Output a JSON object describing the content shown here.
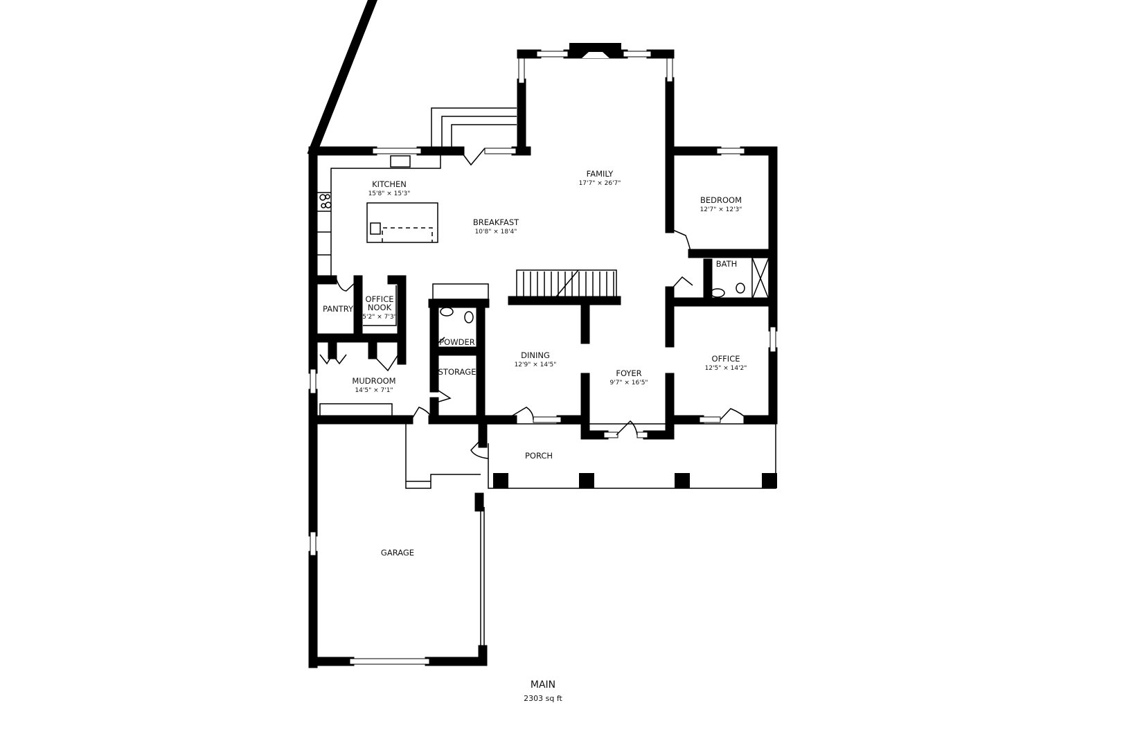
{
  "plan": {
    "floor_name": "MAIN",
    "area": "2303 sq ft",
    "rooms": [
      {
        "name": "KITCHEN",
        "dims": "15'8\" × 15'3\""
      },
      {
        "name": "BREAKFAST",
        "dims": "10'8\" × 18'4\""
      },
      {
        "name": "FAMILY",
        "dims": "17'7\" × 26'7\""
      },
      {
        "name": "BEDROOM",
        "dims": "12'7\" × 12'3\""
      },
      {
        "name": "BATH",
        "dims": ""
      },
      {
        "name": "PANTRY",
        "dims": ""
      },
      {
        "name": "OFFICE NOOK",
        "dims": "5'2\" × 7'3\""
      },
      {
        "name": "POWDER",
        "dims": ""
      },
      {
        "name": "STORAGE",
        "dims": ""
      },
      {
        "name": "DINING",
        "dims": "12'9\" × 14'5\""
      },
      {
        "name": "FOYER",
        "dims": "9'7\" × 16'5\""
      },
      {
        "name": "OFFICE",
        "dims": "12'5\" × 14'2\""
      },
      {
        "name": "MUDROOM",
        "dims": "14'5\" × 7'1\""
      },
      {
        "name": "PORCH",
        "dims": ""
      },
      {
        "name": "GARAGE",
        "dims": ""
      }
    ],
    "office_nook_line1": "OFFICE",
    "office_nook_line2": "NOOK"
  }
}
